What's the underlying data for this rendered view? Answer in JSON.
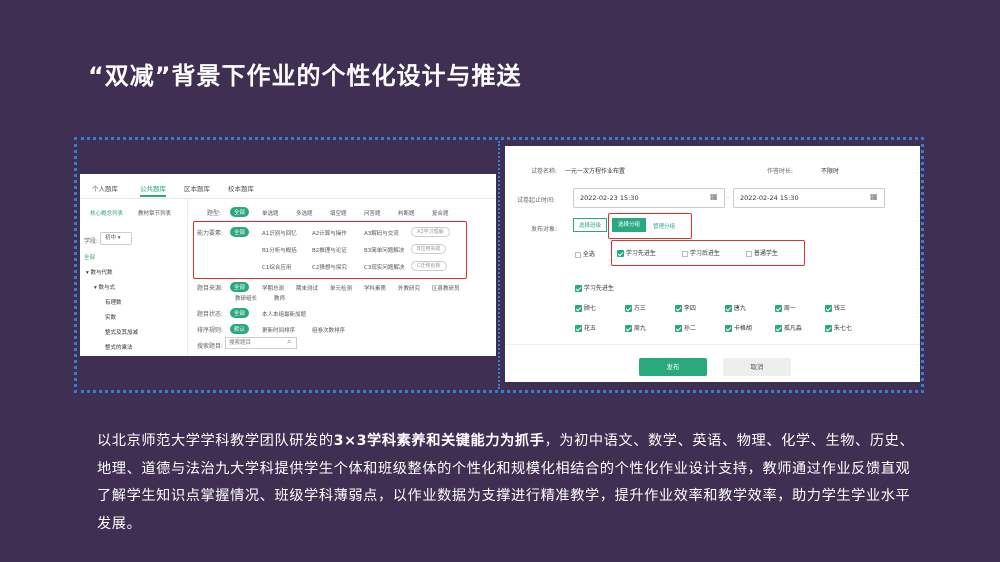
{
  "slide": {
    "title": "“双减”背景下作业的个性化设计与推送",
    "desc_pre": "以北京师范大学学科教学团队研发的",
    "desc_bold": "3×3学科素养和关键能力为抓手",
    "desc_post": "，为初中语文、数学、英语、物理、化学、生物、历史、地理、道德与法治九大学科提供学生个体和班级整体的个性化和规模化相结合的个性化作业设计支持，教师通过作业反馈直观了解学生知识点掌握情况、班级学科薄弱点，以作业数据为支撑进行精准教学，提升作业效率和教学效率，助力学生学业水平发展。"
  },
  "lib": {
    "tabs": [
      "个人题库",
      "公共题库",
      "区本题库",
      "校本题库"
    ],
    "side_tabs": [
      "核心概念列表",
      "教材章节列表"
    ],
    "subject_label": "学段:",
    "subject_value": "初中",
    "tree": [
      "全部",
      "数与代数",
      "数与式",
      "有理数",
      "实数",
      "整式及其加减",
      "整式的乘法"
    ],
    "type_label": "题型:",
    "all": "全部",
    "types": [
      "单选题",
      "多选题",
      "填空题",
      "问答题",
      "判断题",
      "复合题"
    ],
    "ability_label": "能力要素:",
    "abilities": [
      "A1识别与回忆",
      "A2计算与操作",
      "A3解码与交流",
      "A3学习理解",
      "B1分析与概括",
      "B2推理与论证",
      "B3简单问题解决",
      "B应用实践",
      "C1综合应用",
      "C2猜想与探究",
      "C3现实问题解决",
      "C迁移创新"
    ],
    "source_label": "题目来源:",
    "sources": [
      "学期总测",
      "期末测试",
      "单元检测",
      "学科素质",
      "外教研究",
      "区县教研员",
      "教研组长",
      "教师"
    ],
    "ref_label": "题目状态:",
    "refs": [
      "本人本组最新加题"
    ],
    "sort_label": "排序规则:",
    "sort_default": "默认",
    "sorts": [
      "更新时间排序",
      "组卷次数排序"
    ],
    "search_label": "搜索题目:",
    "search_placeholder": "搜索题目"
  },
  "assign": {
    "name_label": "试卷名称:",
    "name_value": "一元一次方程作业布置",
    "duration_label": "作答时长:",
    "duration_value": "不限时",
    "time_label": "试卷起止时间:",
    "start": "2022-02-23 15:30",
    "end": "2022-02-24 15:30",
    "target_label": "发布对象:",
    "target_tabs": [
      "选择班级",
      "选择分组",
      "管理分组"
    ],
    "select_all": "全选",
    "groups": [
      "学习先进生",
      "学习后进生",
      "普通学生"
    ],
    "group_title": "学习先进生",
    "students": [
      "顾七",
      "方三",
      "李四",
      "唐九",
      "周一",
      "钱三",
      "花五",
      "周九",
      "孙二",
      "卡格胡",
      "孤凡淼",
      "朱七七"
    ],
    "publish": "发布",
    "cancel": "取消"
  },
  "colors": {
    "bg": "#3f2f52",
    "accent": "#2aa87e",
    "frame": "#2f7fd3",
    "highlight": "#d9342b"
  }
}
